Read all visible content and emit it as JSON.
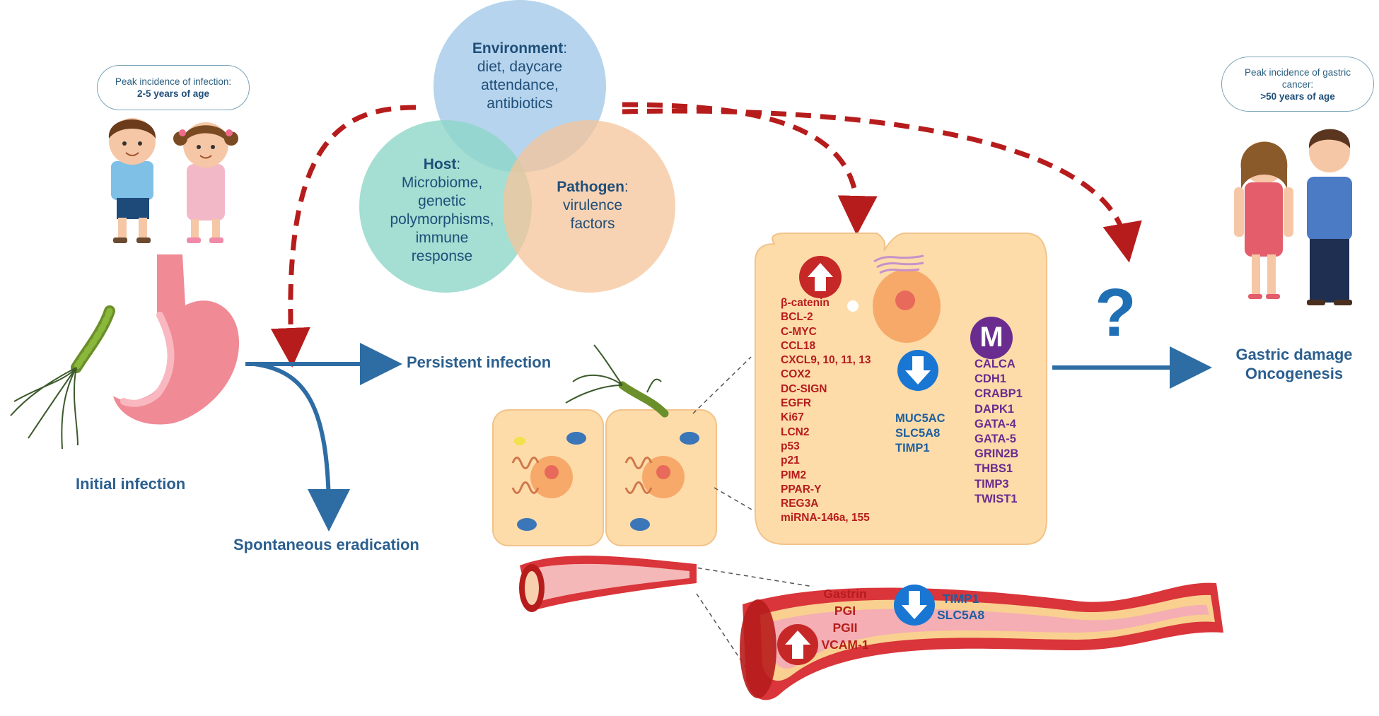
{
  "left_bubble": {
    "line1": "Peak incidence of infection:",
    "line2": "2-5 years of age"
  },
  "right_bubble": {
    "line1": "Peak incidence of gastric",
    "line2": "cancer:",
    "line3": ">50 years of age"
  },
  "venn": {
    "environment": {
      "title": "Environment",
      "text1": "diet, daycare",
      "text2": "attendance,",
      "text3": "antibiotics"
    },
    "host": {
      "title": "Host",
      "text1": "Microbiome,",
      "text2": "genetic",
      "text3": "polymorphisms,",
      "text4": "immune",
      "text5": "response"
    },
    "pathogen": {
      "title": "Pathogen",
      "text1": "virulence",
      "text2": "factors"
    },
    "colon": ":"
  },
  "labels": {
    "initial_infection": "Initial infection",
    "persistent_infection": "Persistent infection",
    "spontaneous_eradication": "Spontaneous eradication",
    "gastric_damage": "Gastric damage",
    "oncogenesis": "Oncogenesis",
    "question_mark": "?",
    "methylation_letter": "M"
  },
  "upregulated_genes": [
    "β-catenin",
    "BCL-2",
    "C-MYC",
    "CCL18",
    "CXCL9, 10, 11, 13",
    "COX2",
    "DC-SIGN",
    "EGFR",
    "Ki67",
    "LCN2",
    "p53",
    "p21",
    "PIM2",
    "PPAR-Y",
    "REG3A",
    "miRNA-146a, 155"
  ],
  "downregulated_genes": [
    "MUC5AC",
    "SLC5A8",
    "TIMP1"
  ],
  "methylated_genes": [
    "CALCA",
    "CDH1",
    "CRABP1",
    "DAPK1",
    "GATA-4",
    "GATA-5",
    "GRIN2B",
    "THBS1",
    "TIMP3",
    "TWIST1"
  ],
  "serum_up": [
    "Gastrin",
    "PGI",
    "PGII",
    "VCAM-1"
  ],
  "serum_down": [
    "TIMP1",
    "SLC5A8"
  ],
  "colors": {
    "arrow_blue": "#2e6da4",
    "dashed_red": "#b71c1c",
    "up_circle": "#c62828",
    "down_circle": "#1976d2",
    "methylation_circle": "#6a2c8f",
    "cell_fill": "#fddcaa",
    "venn_environment": "#a9cdea",
    "venn_host": "#8fd6c8",
    "venn_pathogen": "#f5c49a"
  }
}
